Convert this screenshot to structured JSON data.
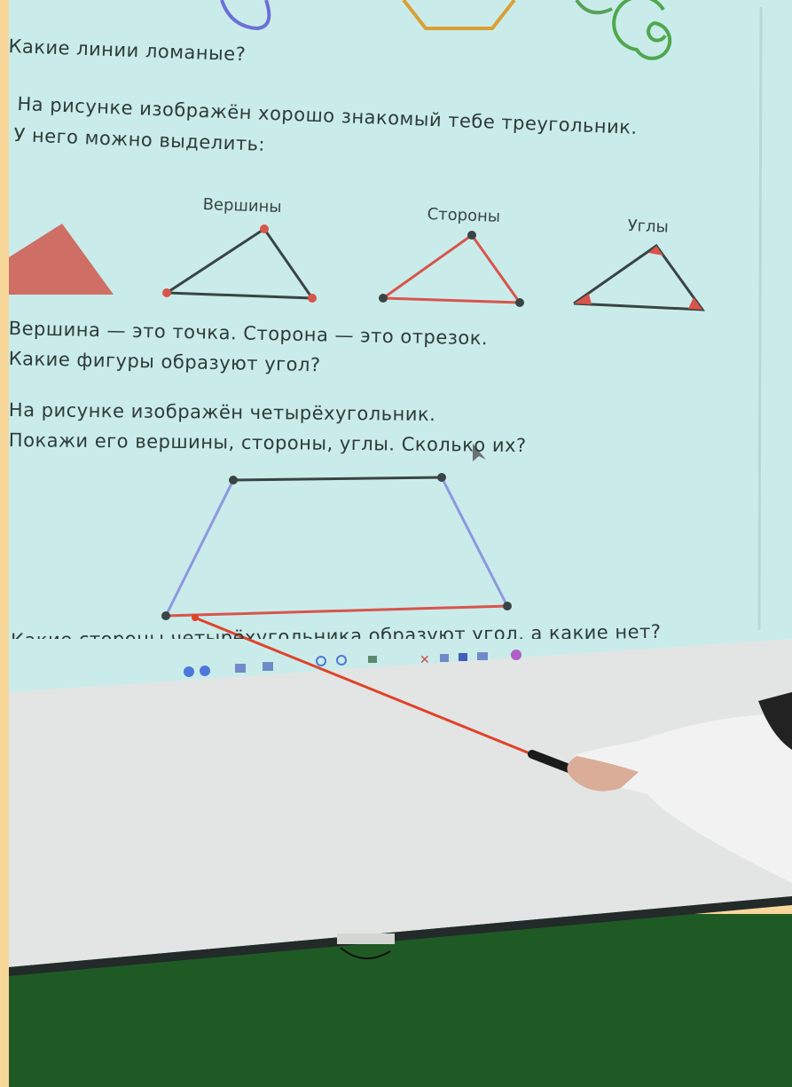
{
  "lesson": {
    "line1": "Какие линии ломаные?",
    "line2": "На рисунке изображён хорошо знакомый тебе треугольник.",
    "line3": "У него можно выделить:",
    "label_vertices": "Вершины",
    "label_sides": "Стороны",
    "label_angles": "Углы",
    "line4": "Вершина — это точка. Сторона — это отрезок.",
    "line5": "Какие фигуры образуют угол?",
    "line6": "На рисунке изображён четырёхугольник.",
    "line7": "Покажи его вершины, стороны, углы. Сколько их?",
    "line8": "Какие стороны четырёхугольника образуют угол, а какие нет?"
  },
  "colors": {
    "page_border": "#f7d79a",
    "projection": "#c9ecea",
    "whiteboard": "#e2e4e3",
    "floor": "#1f5a25",
    "triangle_fill": "#cf6e64",
    "accent_red": "#d9544c",
    "dark_line": "#3a4444",
    "trapezoid_side": "#8e97e0",
    "pointer": "#e0422a"
  },
  "toolbar": {
    "icons": [
      "prev-icon",
      "next-icon",
      "move-icon",
      "zoom-icon",
      "zoom-in-icon",
      "zoom-out-icon",
      "cursor-icon",
      "close-icon",
      "print-icon",
      "save-icon",
      "layout-icon",
      "help-icon"
    ]
  }
}
